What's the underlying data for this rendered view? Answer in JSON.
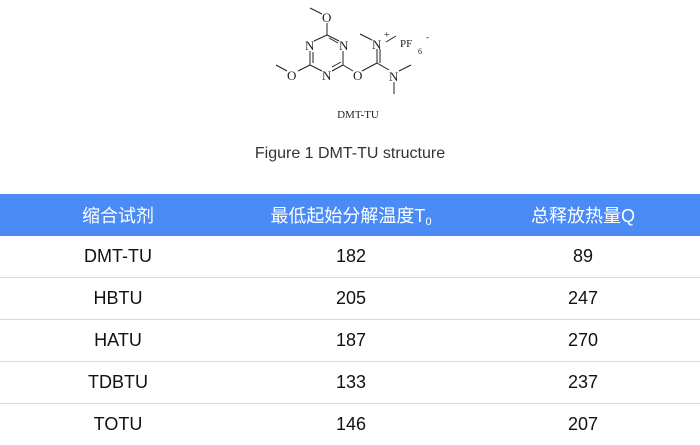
{
  "structure": {
    "name": "DMT-TU",
    "counterion": "PF",
    "counterion_sub": "6",
    "counterion_charge": "-",
    "cation_charge": "+",
    "atom_O": "O",
    "atom_N": "N"
  },
  "caption": "Figure 1 DMT-TU structure",
  "table": {
    "headers": [
      "缩合试剂",
      "最低起始分解温度T",
      "总释放热量Q"
    ],
    "header_sub": "0",
    "rows": [
      [
        "DMT-TU",
        "182",
        "89"
      ],
      [
        "HBTU",
        "205",
        "247"
      ],
      [
        "HATU",
        "187",
        "270"
      ],
      [
        "TDBTU",
        "133",
        "237"
      ],
      [
        "TOTU",
        "146",
        "207"
      ]
    ]
  }
}
